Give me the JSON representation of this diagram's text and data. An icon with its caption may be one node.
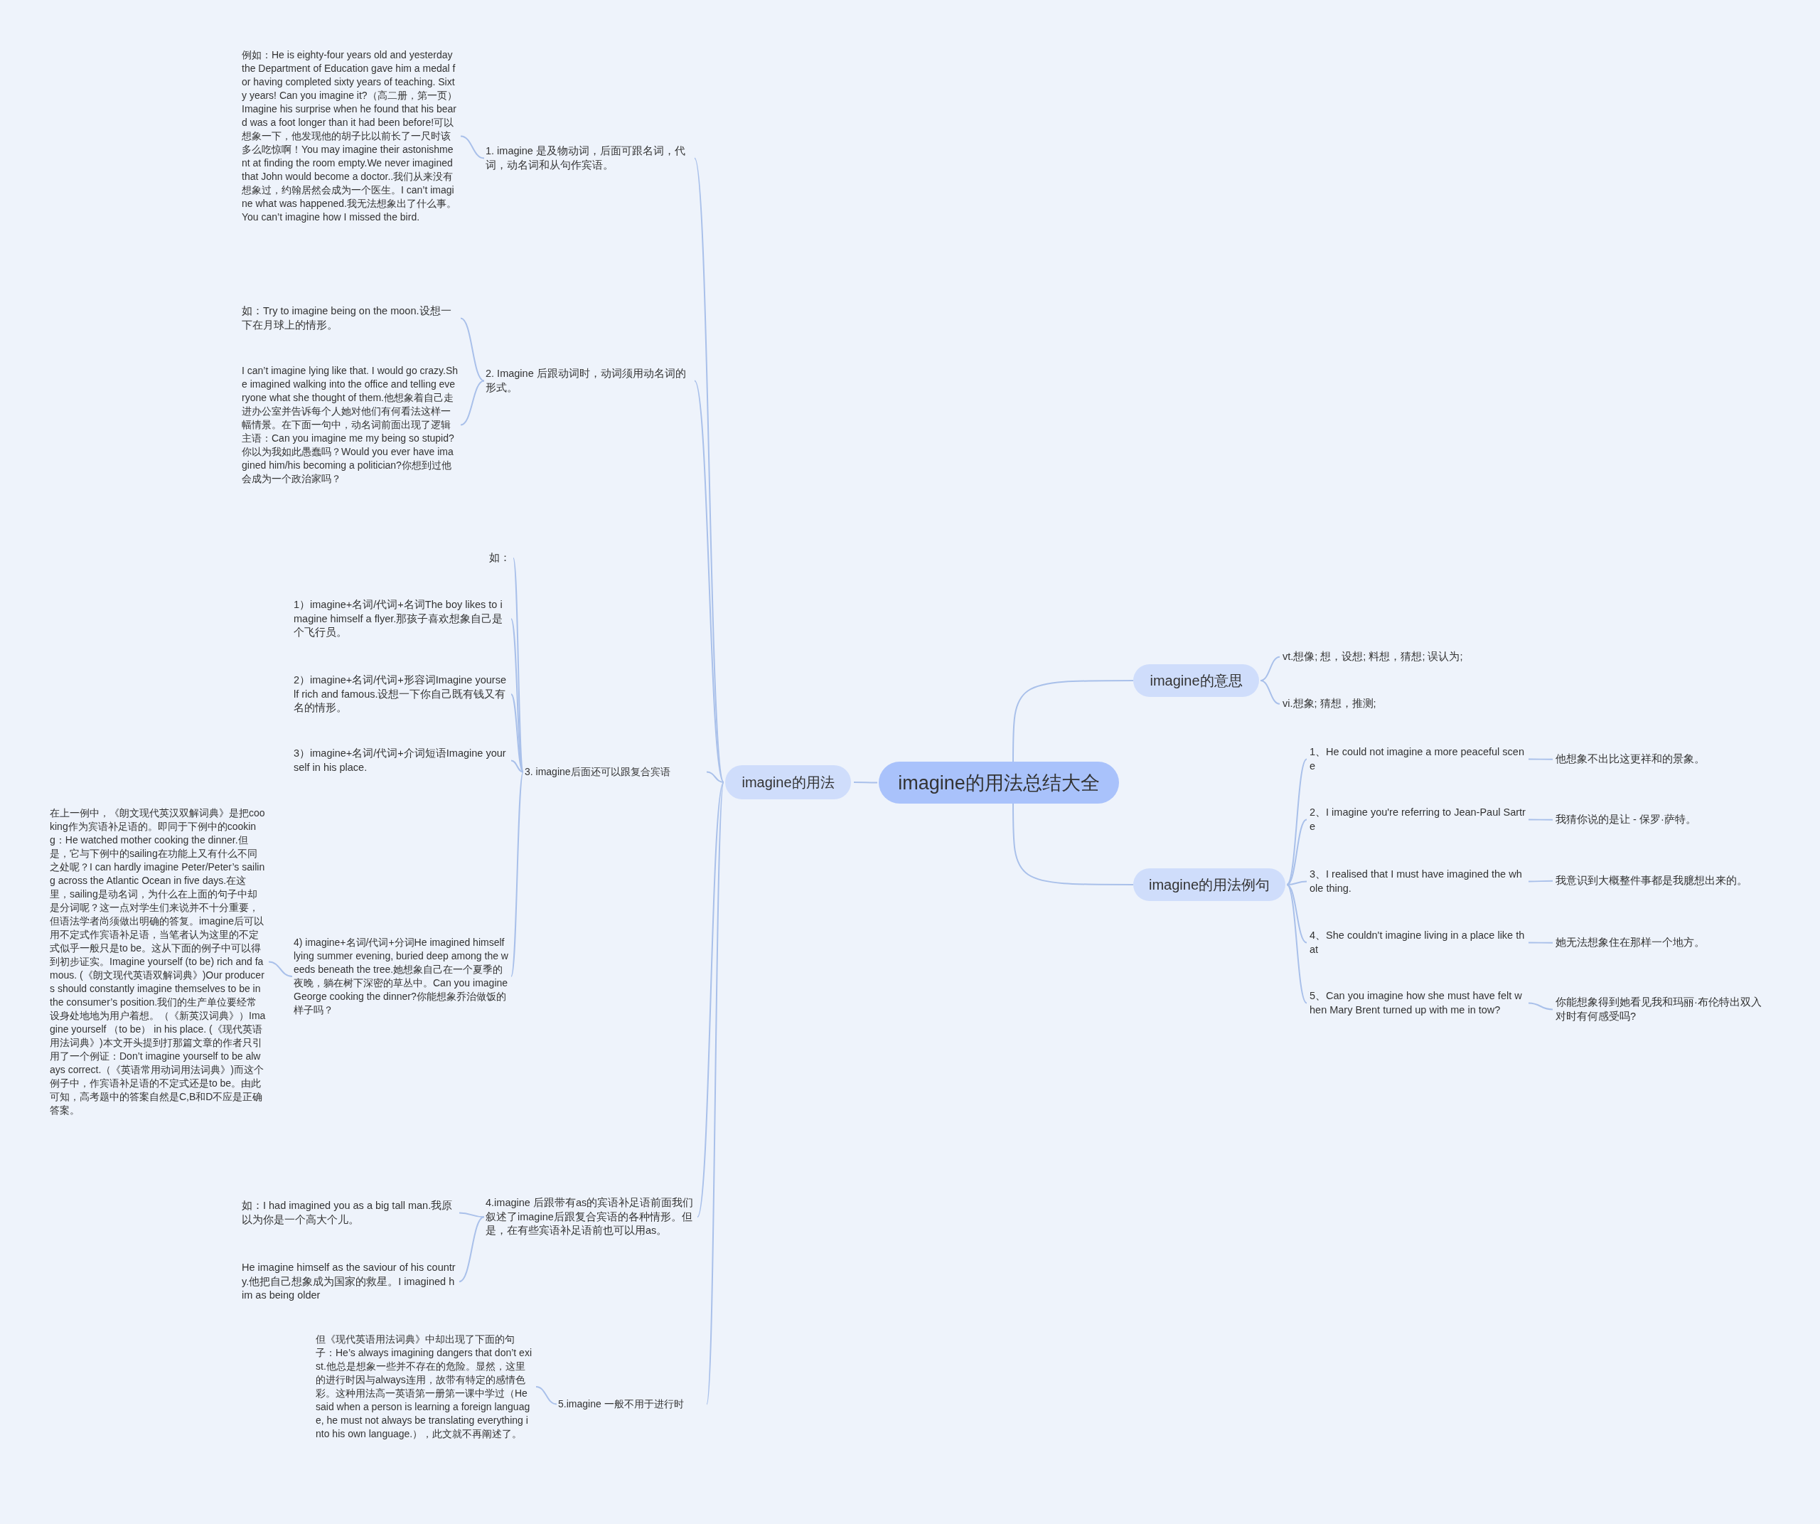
{
  "diagram": {
    "nodes": [
      {
        "text": [
          "imagine的用法总结大全"
        ]
      },
      {
        "text": [
          "imagine的用法"
        ]
      },
      {
        "text": [
          "1. imagine 是及物动词，后面可跟名词，代词，动名词和从句作宾语。"
        ]
      },
      {
        "text": [
          "例如：He is eighty-four years old and yesterday the Department of Education gave him a medal for having completed sixty years of teaching. Sixty years! Can you imagine it?（高二册，第一页）Imagine his surprise when he found that his beard was a foot longer than it had been before!可以想象一下，他发现他的胡子比以前长了一尺时该多么吃惊啊！You may imagine their astonishment at finding the room empty.We never imagined that John would become a doctor..我们从来没有想象过，约翰居然会成为一个医生。I can’t imagine what was happened.我无法想象出了什么事。You can’t imagine how I missed the bird."
        ]
      },
      {
        "text": [
          "2. Imagine 后跟动词时，动词须用动名词的形式。"
        ]
      },
      {
        "text": [
          "如：Try to imagine being on the moon.设想一下在月球上的情形。"
        ]
      },
      {
        "text": [
          "I can’t imagine lying like that. I would go crazy.She imagined walking into the office and telling everyone what she thought of them.他想象着自己走进办公室并告诉每个人她对他们有何看法这样一幅情景。在下面一句中，动名词前面出现了逻辑主语：Can you imagine me my being so stupid?你以为我如此愚蠢吗？Would you ever have imagined him/his becoming a politician?你想到过他会成为一个政治家吗？"
        ]
      },
      {
        "text": [
          "3. imagine后面还可以跟复合宾语"
        ]
      },
      {
        "text": [
          "如："
        ]
      },
      {
        "text": [
          "1）imagine+名词/代词+名词The boy likes to imagine himself a flyer.那孩子喜欢想象自己是个飞行员。"
        ]
      },
      {
        "text": [
          "2）imagine+名词/代词+形容词Imagine yourself rich and famous.设想一下你自己既有钱又有名的情形。"
        ]
      },
      {
        "text": [
          "3）imagine+名词/代词+介词短语Imagine yourself in his place."
        ]
      },
      {
        "text": [
          "4) imagine+名词/代词+分词He imagined himself lying summer evening, buried deep among the weeds beneath the tree.她想象自己在一个夏季的夜晚，躺在树下深密的草丛中。Can you imagine George cooking the dinner?你能想象乔治做饭的样子吗？"
        ]
      },
      {
        "text": [
          "在上一例中，《朗文现代英汉双解词典》是把cooking作为宾语补足语的。即同于下例中的cooking：He watched mother cooking the dinner.但是，它与下例中的sailing在功能上又有什么不同之处呢？I can hardly imagine Peter/Peter’s sailing across the Atlantic Ocean in five days.在这里，sailing是动名词，为什么在上面的句子中却是分词呢？这一点对学生们来说并不十分重要，但语法学者尚须做出明确的答复。imagine后可以用不定式作宾语补足语，当笔者认为这里的不定式似乎一般只是to be。这从下面的例子中可以得到初步证实。Imagine yourself (to be) rich and famous. (《朗文现代英语双解词典》)Our producers should constantly imagine themselves to be in the consumer’s position.我们的生产单位要经常设身处地地为用户着想。（《新英汉词典》）Imagine yourself （to be） in his place. (《现代英语用法词典》)本文开头提到打那篇文章的作者只引用了一个例证：Don’t imagine yourself to be always correct.（《英语常用动词用法词典》)而这个例子中，作宾语补足语的不定式还是to be。由此可知，高考题中的答案自然是C,B和D不应是正确答案。"
        ]
      },
      {
        "text": [
          "4.imagine 后跟带有as的宾语补足语前面我们叙述了imagine后跟复合宾语的各种情形。但是，在有些宾语补足语前也可以用as。"
        ]
      },
      {
        "text": [
          "如：I had imagined you as a big tall man.我原以为你是一个高大个儿。"
        ]
      },
      {
        "text": [
          "He imagine himself as the saviour of his country.他把自己想象成为国家的救星。I imagined him as being older"
        ]
      },
      {
        "text": [
          "5.imagine 一般不用于进行时"
        ]
      },
      {
        "text": [
          "但《现代英语用法词典》中却出现了下面的句子：He’s always imagining dangers that don’t exist.他总是想象一些并不存在的危险。显然，这里的进行时因与always连用，故带有特定的感情色彩。这种用法高一英语第一册第一课中学过（He said when a person is learning a foreign language, he must not always be translating everything into his own language.），此文就不再阐述了。"
        ]
      },
      {
        "text": [
          "imagine的意思"
        ]
      },
      {
        "text": [
          "vt.想像; 想，设想; 料想，猜想; 误认为;"
        ]
      },
      {
        "text": [
          "vi.想象; 猜想，推测;"
        ]
      },
      {
        "text": [
          "imagine的用法例句"
        ]
      },
      {
        "text": [
          "1、He could not imagine a more peaceful scene"
        ]
      },
      {
        "text": [
          "他想象不出比这更祥和的景象。"
        ]
      },
      {
        "text": [
          "2、I imagine you're referring to Jean-Paul Sartre"
        ]
      },
      {
        "text": [
          "我猜你说的是让 - 保罗·萨特。"
        ]
      },
      {
        "text": [
          "3、I realised that I must have imagined the whole thing."
        ]
      },
      {
        "text": [
          "我意识到大概整件事都是我臆想出来的。"
        ]
      },
      {
        "text": [
          "4、She couldn't imagine living in a place like that"
        ]
      },
      {
        "text": [
          "她无法想象住在那样一个地方。"
        ]
      },
      {
        "text": [
          "5、Can you imagine how she must have felt when Mary Brent turned up with me in tow?"
        ]
      },
      {
        "text": [
          "你能想象得到她看见我和玛丽·布伦特出双入对时有何感受吗?"
        ]
      }
    ],
    "edges": [
      {
        "from": 0,
        "to": 1,
        "arrow": "none"
      },
      {
        "from": 1,
        "to": 2,
        "arrow": "none"
      },
      {
        "from": 2,
        "to": 3,
        "arrow": "none"
      },
      {
        "from": 1,
        "to": 4,
        "arrow": "none"
      },
      {
        "from": 4,
        "to": 5,
        "arrow": "none"
      },
      {
        "from": 4,
        "to": 6,
        "arrow": "none"
      },
      {
        "from": 1,
        "to": 7,
        "arrow": "none"
      },
      {
        "from": 7,
        "to": 8,
        "arrow": "none"
      },
      {
        "from": 7,
        "to": 9,
        "arrow": "none"
      },
      {
        "from": 7,
        "to": 10,
        "arrow": "none"
      },
      {
        "from": 7,
        "to": 11,
        "arrow": "none"
      },
      {
        "from": 7,
        "to": 12,
        "arrow": "none"
      },
      {
        "from": 12,
        "to": 13,
        "arrow": "none"
      },
      {
        "from": 1,
        "to": 14,
        "arrow": "none"
      },
      {
        "from": 14,
        "to": 15,
        "arrow": "none"
      },
      {
        "from": 14,
        "to": 16,
        "arrow": "none"
      },
      {
        "from": 1,
        "to": 17,
        "arrow": "none"
      },
      {
        "from": 17,
        "to": 18,
        "arrow": "none"
      },
      {
        "from": 0,
        "to": 19,
        "arrow": "none"
      },
      {
        "from": 19,
        "to": 20,
        "arrow": "none"
      },
      {
        "from": 19,
        "to": 21,
        "arrow": "none"
      },
      {
        "from": 0,
        "to": 22,
        "arrow": "none"
      },
      {
        "from": 22,
        "to": 23,
        "arrow": "none"
      },
      {
        "from": 22,
        "to": 25,
        "arrow": "none"
      },
      {
        "from": 22,
        "to": 27,
        "arrow": "none"
      },
      {
        "from": 22,
        "to": 29,
        "arrow": "none"
      },
      {
        "from": 22,
        "to": 31,
        "arrow": "none"
      },
      {
        "from": 23,
        "to": 24,
        "arrow": "none"
      },
      {
        "from": 25,
        "to": 26,
        "arrow": "none"
      },
      {
        "from": 27,
        "to": 28,
        "arrow": "none"
      },
      {
        "from": 29,
        "to": 30,
        "arrow": "none"
      },
      {
        "from": 31,
        "to": 32,
        "arrow": "none"
      }
    ]
  }
}
